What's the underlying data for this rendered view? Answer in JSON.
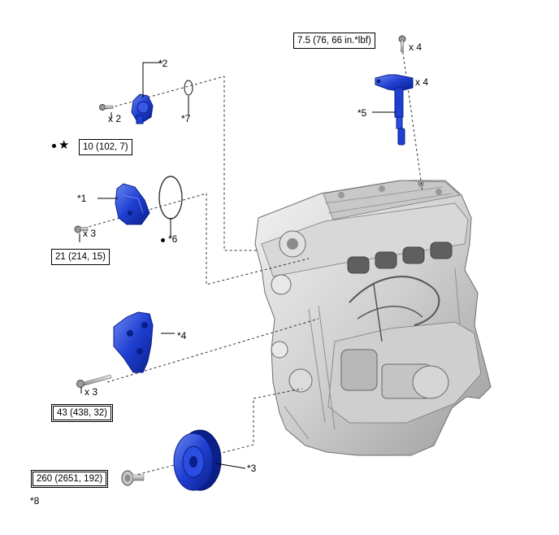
{
  "torque_specs": {
    "coil_bolt": "7.5 (76, 66 in.*lbf)",
    "sensor_bolt": "10 (102, 7)",
    "cover_bolt": "21 (214, 15)",
    "bracket_bolt": "43 (438, 32)",
    "pulley_bolt": "260 (2651, 192)"
  },
  "quantities": {
    "coil_bolt": "x 4",
    "coil": "x 4",
    "sensor_bolt": "x 2",
    "cover_bolt": "x 3",
    "bracket_bolt": "x 3"
  },
  "callouts": {
    "c1": "*1",
    "c2": "*2",
    "c3": "*3",
    "c4": "*4",
    "c5": "*5",
    "c6": "*6",
    "c7": "*7",
    "c8": "*8"
  },
  "colors": {
    "part_blue": "#1f3fd1",
    "part_blue_dark": "#0a1f8a",
    "part_blue_light": "#6b86f0",
    "engine_gray": "#d6d6d6",
    "engine_dark": "#8a8a8a",
    "bolt_gray": "#bdbdbd"
  },
  "symbols": {
    "non_reusable": "dot-icon",
    "precoated": "star-icon"
  }
}
